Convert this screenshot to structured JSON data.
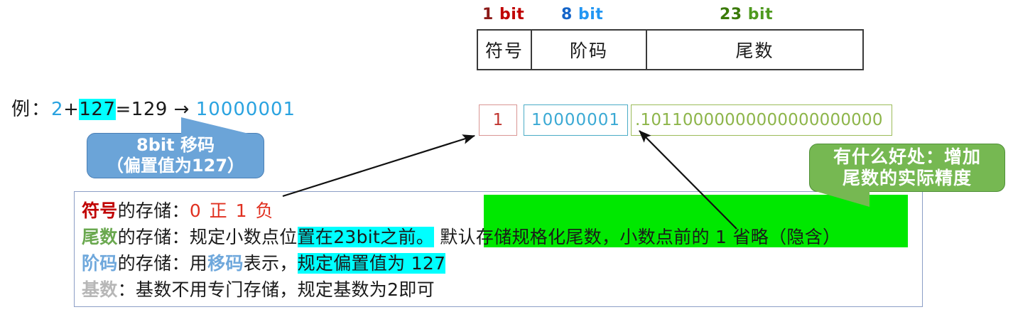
{
  "bit_labels": {
    "sign": {
      "num": "1",
      "unit": " bit",
      "color": "#c00000"
    },
    "exponent": {
      "num": "8",
      "unit": " bit",
      "color": "#2196f3"
    },
    "fraction": {
      "num": "23",
      "unit": " bit",
      "color": "#4e9a1e"
    }
  },
  "field_table": {
    "sign": "符号",
    "exponent": "阶码",
    "fraction": "尾数"
  },
  "encoded_value": {
    "sign": "1",
    "exponent": "10000001",
    "fraction": ".10110000000000000000000"
  },
  "example": {
    "lead": "例：",
    "two": "2",
    "plus": "+",
    "bias": "127",
    "equals": "=129 → ",
    "code": "10000001"
  },
  "callouts": {
    "blue": {
      "line1": "8bit 移码",
      "line2": "（偏置值为127）",
      "color": "#6ba4d8"
    },
    "green": {
      "line1": "有什么好处：增加",
      "line2": "尾数的实际精度",
      "color": "#76b852"
    }
  },
  "description": {
    "line_sign": {
      "keyword": "符号",
      "mid": "的存储：",
      "value": "0 正 1 负"
    },
    "line_fraction": {
      "keyword": "尾数",
      "mid": "的存储：规定小数点位",
      "highlight": "置在23bit之前。",
      "tail": " 默认存储规格化尾数，小数点前的 1 省略（隐含）"
    },
    "line_exponent": {
      "keyword": "阶码",
      "mid": "的存储：用",
      "inline_kw": "移码",
      "mid2": "表示，",
      "highlight": "规定偏置值为 127"
    },
    "line_base": {
      "keyword": "基数",
      "mid": "：基数不用专门存储，规定基数为2即可"
    }
  },
  "colors": {
    "highlight_cyan": "#00ffff",
    "highlight_green": "#00e800",
    "box_border": "#8c9ec6",
    "table_border": "#3a3a3a"
  }
}
